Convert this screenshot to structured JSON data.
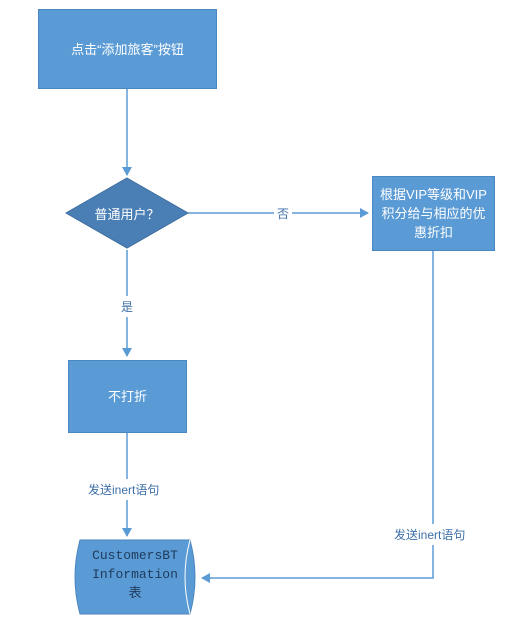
{
  "nodes": {
    "start": "点击“添加旅客”按钮",
    "decision": "普通用户？",
    "discount_line1": "根据VIP等级和VIP",
    "discount_line2": "积分给与相应的优",
    "discount_line3": "惠折扣",
    "no_discount": "不打折",
    "db_line1": "CustomersBT",
    "db_line2": "Information",
    "db_line3": "表"
  },
  "edges": {
    "no_label": "否",
    "yes_label": "是",
    "send_left": "发送inert语句",
    "send_right": "发送inert语句"
  },
  "colors": {
    "box_fill": "#5b9bd5",
    "diamond_fill": "#4a7fb5",
    "arrow": "#5b9bd5"
  }
}
